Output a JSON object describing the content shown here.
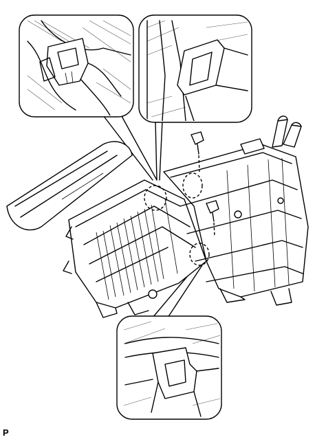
{
  "figure": {
    "corner_label": "P"
  },
  "parts": {
    "callouts": [
      "connector-callout",
      "clamp-callout",
      "claw-callout"
    ],
    "screws": 2
  }
}
